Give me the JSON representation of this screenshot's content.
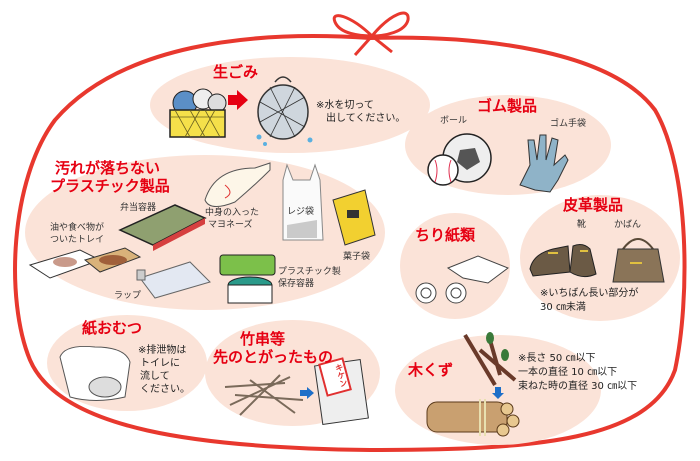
{
  "colors": {
    "outline": "#e8382e",
    "blob": "#fbe3d8",
    "title": "#e60012",
    "arrow_red": "#e60012",
    "arrow_blue": "#1e6fc8"
  },
  "groups": {
    "namagomi": {
      "title": "生ごみ",
      "note": [
        "※水を切って",
        "出してください。"
      ]
    },
    "plastic": {
      "title": [
        "汚れが落ちない",
        "プラスチック製品"
      ],
      "labels": {
        "bento": "弁当容器",
        "tray": [
          "油や食べ物が",
          "ついたトレイ"
        ],
        "mayo": [
          "中身の入った",
          "マヨネーズ"
        ],
        "rejibukuro": "レジ袋",
        "kashibukuro": "菓子袋",
        "container": [
          "プラスチック製",
          "保存容器"
        ],
        "wrap": "ラップ"
      }
    },
    "rubber": {
      "title": "ゴム製品",
      "labels": {
        "ball": "ボール",
        "gloves": "ゴム手袋"
      }
    },
    "leather": {
      "title": "皮革製品",
      "labels": {
        "shoes": "靴",
        "bag": "かばん"
      },
      "note": [
        "※いちばん長い部分が",
        "30 ㎝未満"
      ]
    },
    "tissue": {
      "title": "ちり紙類"
    },
    "diaper": {
      "title": "紙おむつ",
      "note": [
        "※排泄物は",
        "トイレに",
        "流して",
        "ください。"
      ]
    },
    "skewers": {
      "title": [
        "竹串等",
        "先のとがったもの"
      ],
      "sign": "キケン"
    },
    "wood": {
      "title": "木くず",
      "note": [
        "※長さ 50 ㎝以下",
        "一本の直径 10 ㎝以下",
        "束ねた時の直径 30 ㎝以下"
      ]
    }
  }
}
